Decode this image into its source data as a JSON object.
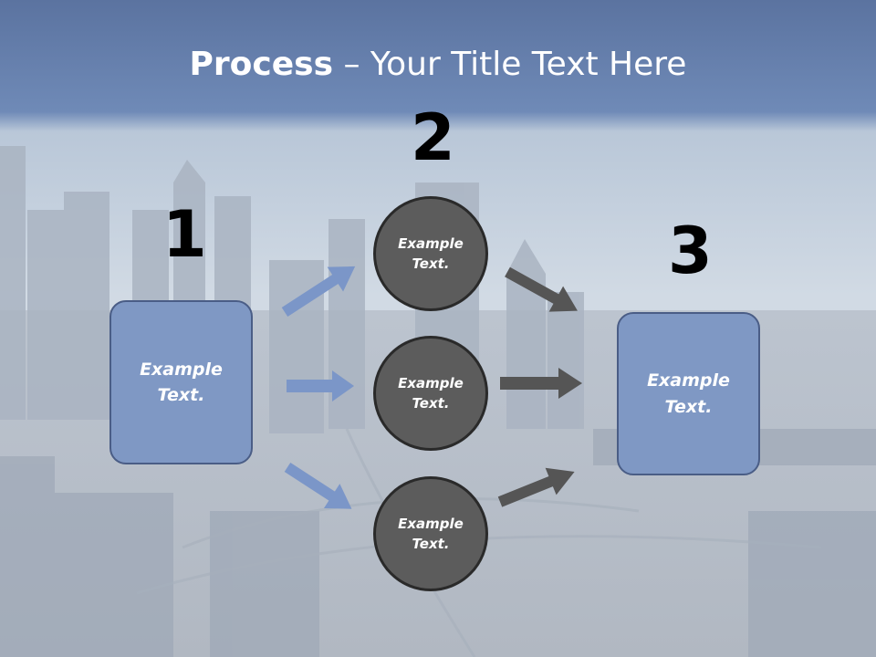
{
  "title": {
    "bold": "Process",
    "rest": " – Your Title Text Here"
  },
  "steps": {
    "one": "1",
    "two": "2",
    "three": "3"
  },
  "left_box": {
    "text": "Example\nText."
  },
  "right_box": {
    "text": "Example\nText."
  },
  "circles": [
    {
      "text": "Example\nText."
    },
    {
      "text": "Example\nText."
    },
    {
      "text": "Example\nText."
    }
  ],
  "colors": {
    "box_fill": "#7f98c4",
    "circle_fill": "#5c5c5c",
    "arrow_blue": "#7b96c8",
    "arrow_gray": "#555555"
  }
}
